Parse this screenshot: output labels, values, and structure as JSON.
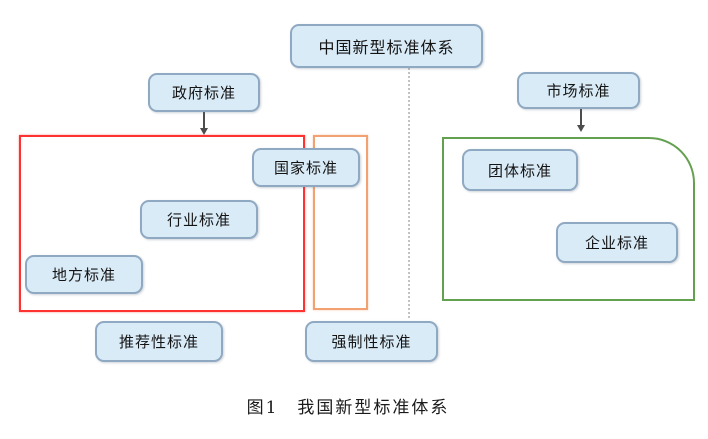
{
  "figure": {
    "nodes": {
      "root": "中国新型标准体系",
      "government": "政府标准",
      "market": "市场标准",
      "national": "国家标准",
      "industry": "行业标准",
      "local": "地方标准",
      "association": "团体标准",
      "enterprise": "企业标准",
      "recommended": "推荐性标准",
      "mandatory": "强制性标准"
    },
    "caption": "图1　我国新型标准体系",
    "colors": {
      "node_fill": "#d9ebf7",
      "node_border": "#8fa9c2",
      "government_frame": "#ff3232",
      "mandatory_frame": "#f2a173",
      "market_frame": "#63a04f",
      "dotted_connector": "#c2c2c2",
      "arrow": "#4d4d4d"
    }
  }
}
